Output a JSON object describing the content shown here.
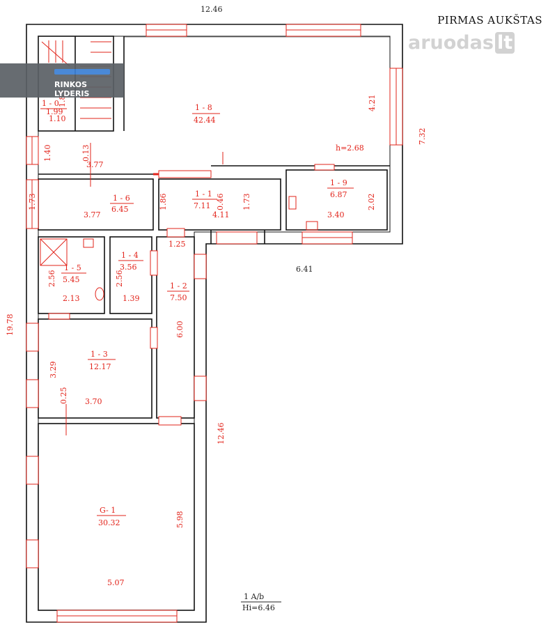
{
  "title": "PIRMAS AUKŠTAS",
  "watermark": {
    "name": "aruodas",
    "tld": "lt"
  },
  "banner": {
    "text": "RINKOS LYDERIS",
    "color": "#5b6066"
  },
  "colors": {
    "wall": "#111111",
    "annotation": "#e2231a"
  },
  "dimensions": {
    "top_width": "12.46",
    "right_height": "7.32",
    "left_height": "19.78",
    "inner_mid": "6.41",
    "lower_height": "12.46",
    "dim_421": "4.21",
    "dim_140": "1.40",
    "dim_013": "0.13",
    "dim_377a": "3.77",
    "dim_173a": "1.73",
    "dim_186": "1.86",
    "dim_046": "0.46",
    "dim_173b": "1.73",
    "dim_202": "2.02",
    "dim_125": "1.25",
    "dim_256a": "2.56",
    "dim_256b": "2.56",
    "dim_600": "6.00",
    "dim_329": "3.29",
    "dim_025": "0.25",
    "dim_598": "5.98",
    "dim_507": "5.07",
    "dim_181": "1.81",
    "dim_110": "1.10",
    "ceiling": "h=2.68"
  },
  "rooms": [
    {
      "id": "1 - 8",
      "area": "42.44"
    },
    {
      "id": "1 - 6",
      "area": "6.45",
      "width": "3.77"
    },
    {
      "id": "1 - 1",
      "area": "7.11",
      "width": "4.11"
    },
    {
      "id": "1 - 9",
      "area": "6.87",
      "width": "3.40"
    },
    {
      "id": "1 - 5",
      "area": "5.45",
      "width": "2.13"
    },
    {
      "id": "1 - 4",
      "area": "3.56",
      "width": "1.39"
    },
    {
      "id": "1 - 2",
      "area": "7.50"
    },
    {
      "id": "1 - 3",
      "area": "12.17",
      "width": "3.70"
    },
    {
      "id": "G- 1",
      "area": "30.32"
    },
    {
      "id": "1 - 0",
      "area": "1.99"
    }
  ],
  "building": {
    "code": "1 A/b",
    "height": "Hi=6.46"
  }
}
